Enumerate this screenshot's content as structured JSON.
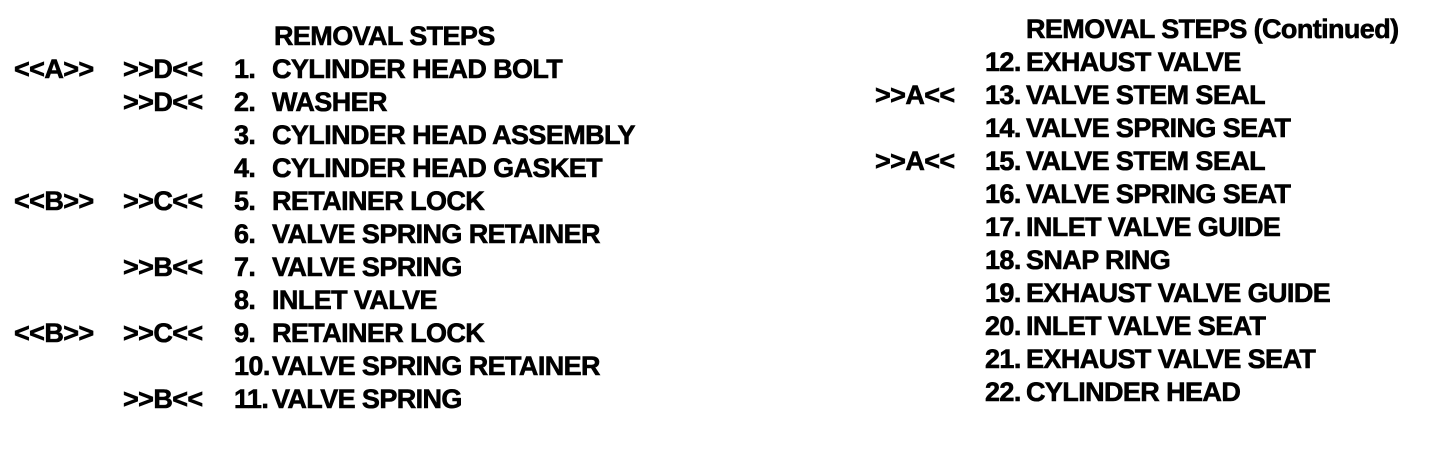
{
  "left": {
    "title": "REMOVAL STEPS",
    "steps": [
      {
        "m1": "<<A>>",
        "m2": ">>D<<",
        "num": "1.",
        "name": "CYLINDER HEAD BOLT"
      },
      {
        "m1": "",
        "m2": ">>D<<",
        "num": "2.",
        "name": "WASHER"
      },
      {
        "m1": "",
        "m2": "",
        "num": "3.",
        "name": "CYLINDER HEAD ASSEMBLY"
      },
      {
        "m1": "",
        "m2": "",
        "num": "4.",
        "name": "CYLINDER HEAD GASKET"
      },
      {
        "m1": "<<B>>",
        "m2": ">>C<<",
        "num": "5.",
        "name": "RETAINER LOCK"
      },
      {
        "m1": "",
        "m2": "",
        "num": "6.",
        "name": "VALVE SPRING RETAINER"
      },
      {
        "m1": "",
        "m2": ">>B<<",
        "num": "7.",
        "name": "VALVE SPRING"
      },
      {
        "m1": "",
        "m2": "",
        "num": "8.",
        "name": "INLET VALVE"
      },
      {
        "m1": "<<B>>",
        "m2": ">>C<<",
        "num": "9.",
        "name": "RETAINER LOCK"
      },
      {
        "m1": "",
        "m2": "",
        "num": "10.",
        "name": "VALVE SPRING RETAINER"
      },
      {
        "m1": "",
        "m2": ">>B<<",
        "num": "11.",
        "name": "VALVE SPRING"
      }
    ]
  },
  "right": {
    "title": "REMOVAL STEPS (Continued)",
    "steps": [
      {
        "m2": "",
        "num": "12.",
        "name": "EXHAUST VALVE"
      },
      {
        "m2": ">>A<<",
        "num": "13.",
        "name": "VALVE STEM SEAL"
      },
      {
        "m2": "",
        "num": "14.",
        "name": "VALVE SPRING SEAT"
      },
      {
        "m2": ">>A<<",
        "num": "15.",
        "name": "VALVE STEM SEAL"
      },
      {
        "m2": "",
        "num": "16.",
        "name": "VALVE SPRING SEAT"
      },
      {
        "m2": "",
        "num": "17.",
        "name": "INLET VALVE GUIDE"
      },
      {
        "m2": "",
        "num": "18.",
        "name": "SNAP RING"
      },
      {
        "m2": "",
        "num": "19.",
        "name": "EXHAUST VALVE GUIDE"
      },
      {
        "m2": "",
        "num": "20.",
        "name": "INLET VALVE SEAT"
      },
      {
        "m2": "",
        "num": "21.",
        "name": "EXHAUST VALVE SEAT"
      },
      {
        "m2": "",
        "num": "22.",
        "name": "CYLINDER HEAD"
      }
    ]
  }
}
